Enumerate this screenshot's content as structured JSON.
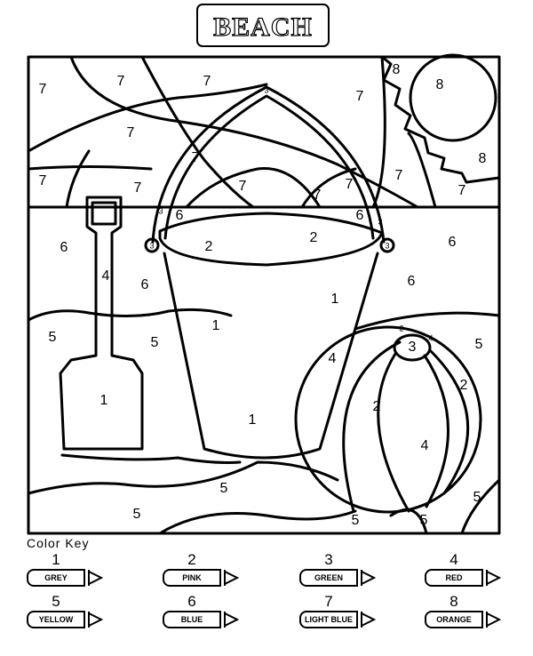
{
  "title": "BEACH",
  "regions": {
    "sky": [
      "7",
      "7",
      "7",
      "7",
      "7",
      "7",
      "7",
      "7",
      "7",
      "7",
      "7",
      "7",
      "7"
    ],
    "sun": [
      "8",
      "8",
      "8"
    ],
    "handle": [
      "3",
      "3",
      "3",
      "3",
      "3"
    ],
    "sea": [
      "6",
      "6",
      "6",
      "6",
      "6",
      "6"
    ],
    "bucket_rim": [
      "2",
      "2"
    ],
    "shovel_handle": "4",
    "bucket_and_shovel": [
      "1",
      "1",
      "1",
      "1"
    ],
    "sand": [
      "5",
      "5",
      "5",
      "5",
      "5",
      "5",
      "5",
      "5"
    ],
    "ball": [
      "4",
      "3",
      "2",
      "4",
      "2",
      "2",
      "4"
    ]
  },
  "color_key": {
    "heading": "Color Key",
    "items": [
      {
        "number": "1",
        "color": "GREY"
      },
      {
        "number": "2",
        "color": "PINK"
      },
      {
        "number": "3",
        "color": "GREEN"
      },
      {
        "number": "4",
        "color": "RED"
      },
      {
        "number": "5",
        "color": "YELLOW"
      },
      {
        "number": "6",
        "color": "BLUE"
      },
      {
        "number": "7",
        "color": "LIGHT BLUE"
      },
      {
        "number": "8",
        "color": "ORANGE"
      }
    ]
  }
}
